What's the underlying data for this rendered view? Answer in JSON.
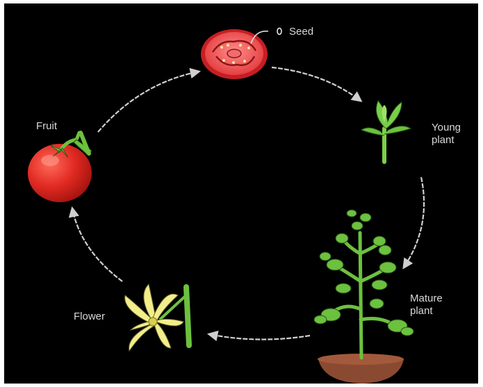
{
  "diagram": {
    "stages": {
      "seed": "Seed",
      "young_plant": "Young plant",
      "mature_plant": "Mature plant",
      "flower": "Flower",
      "fruit": "Fruit"
    }
  },
  "colors": {
    "background": "#000000",
    "arrows": "#cfcfcf",
    "label_text": "#d9d9d9",
    "tomato_red": "#d8262a",
    "leaf_green": "#6cc13f",
    "flower_yellow": "#f3ee8c",
    "soil": "#8a4a32"
  },
  "icons": [
    "tomato-slice-icon",
    "seed-icon",
    "seedling-icon",
    "tomato-plant-icon",
    "tomato-flower-icon",
    "tomato-fruit-icon"
  ]
}
